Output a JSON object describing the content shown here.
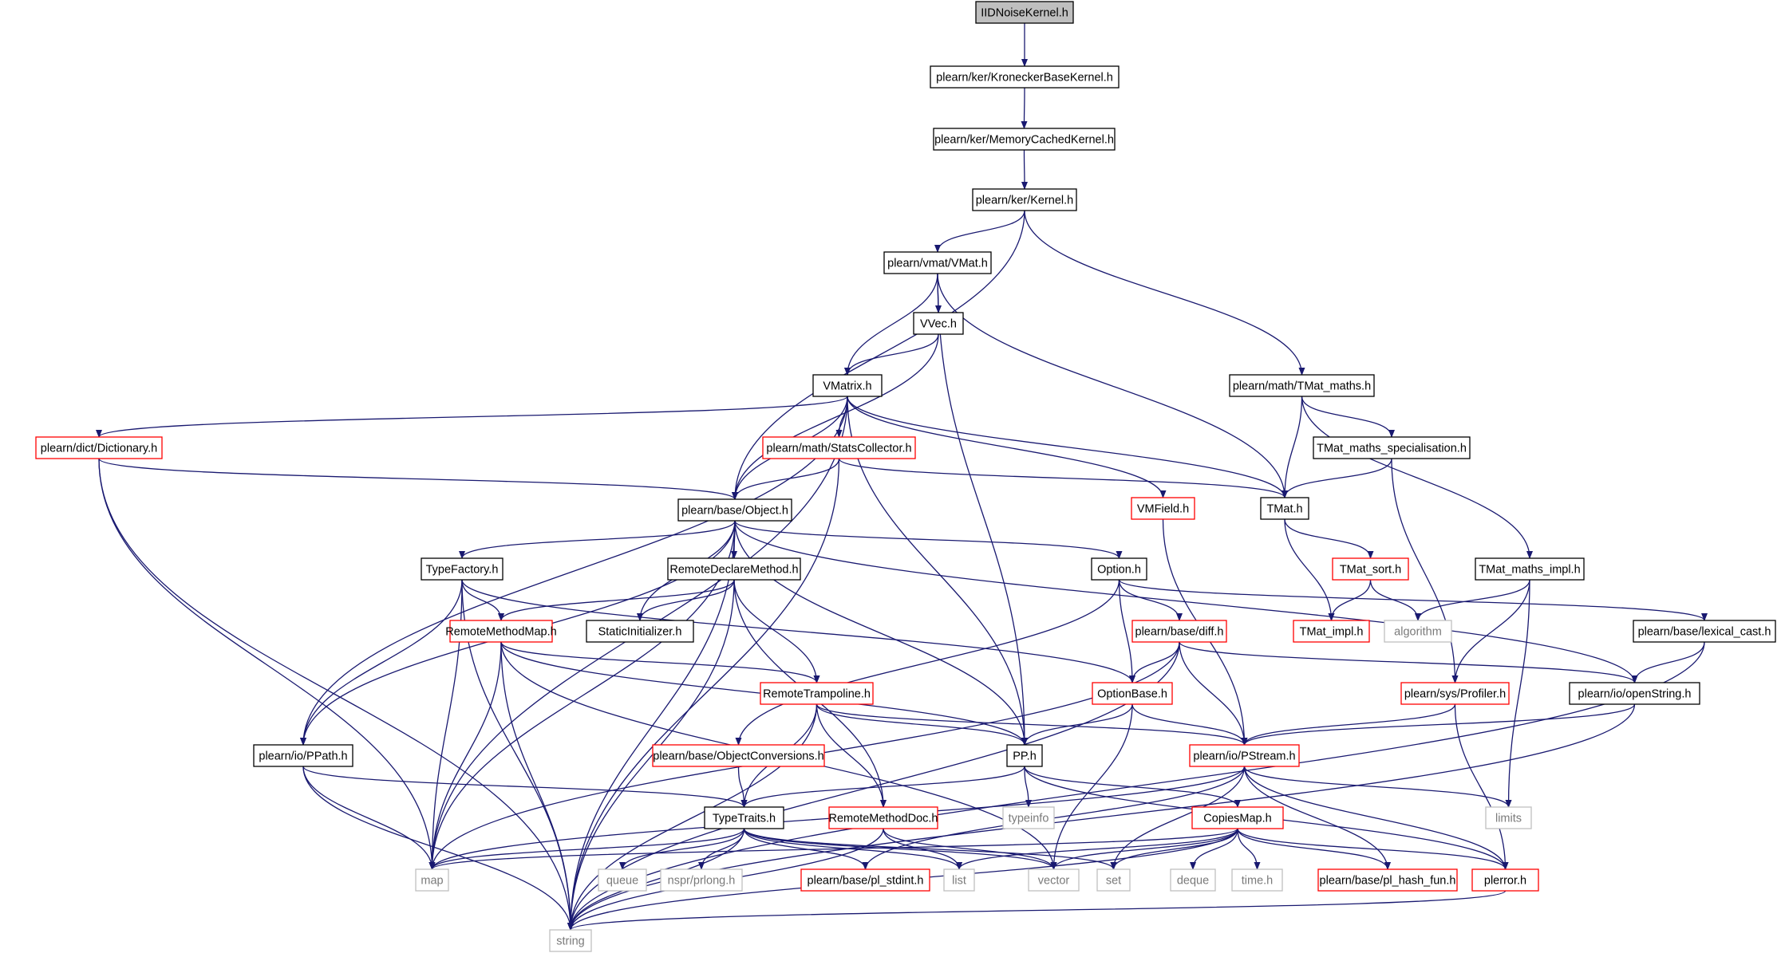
{
  "diagram": {
    "type": "include-dependency-graph",
    "colors": {
      "edge": "#191970",
      "root_fill": "#bfbfbf",
      "black_border": "#000000",
      "red_border": "#ff0000",
      "gray_border": "#bfbfbf",
      "text": "#000000",
      "gray_text": "#7a7a7a"
    },
    "nodes": [
      {
        "id": "IIDNoiseKernel",
        "label": "IIDNoiseKernel.h",
        "style": "root"
      },
      {
        "id": "KroneckerBaseKernel",
        "label": "plearn/ker/KroneckerBaseKernel.h",
        "style": "black"
      },
      {
        "id": "MemoryCachedKernel",
        "label": "plearn/ker/MemoryCachedKernel.h",
        "style": "black"
      },
      {
        "id": "Kernel",
        "label": "plearn/ker/Kernel.h",
        "style": "black"
      },
      {
        "id": "VMat",
        "label": "plearn/vmat/VMat.h",
        "style": "black"
      },
      {
        "id": "VVec",
        "label": "VVec.h",
        "style": "black"
      },
      {
        "id": "VMatrix",
        "label": "VMatrix.h",
        "style": "black"
      },
      {
        "id": "TMat_maths",
        "label": "plearn/math/TMat_maths.h",
        "style": "black"
      },
      {
        "id": "TMat_maths_spec",
        "label": "TMat_maths_specialisation.h",
        "style": "black"
      },
      {
        "id": "Dictionary",
        "label": "plearn/dict/Dictionary.h",
        "style": "red"
      },
      {
        "id": "StatsCollector",
        "label": "plearn/math/StatsCollector.h",
        "style": "red"
      },
      {
        "id": "Object",
        "label": "plearn/base/Object.h",
        "style": "black"
      },
      {
        "id": "VMField",
        "label": "VMField.h",
        "style": "red"
      },
      {
        "id": "TMat",
        "label": "TMat.h",
        "style": "black"
      },
      {
        "id": "TypeFactory",
        "label": "TypeFactory.h",
        "style": "black"
      },
      {
        "id": "RemoteDeclareMethod",
        "label": "RemoteDeclareMethod.h",
        "style": "black"
      },
      {
        "id": "Option",
        "label": "Option.h",
        "style": "black"
      },
      {
        "id": "TMat_sort",
        "label": "TMat_sort.h",
        "style": "red"
      },
      {
        "id": "TMat_maths_impl",
        "label": "TMat_maths_impl.h",
        "style": "black"
      },
      {
        "id": "RemoteMethodMap",
        "label": "RemoteMethodMap.h",
        "style": "red"
      },
      {
        "id": "StaticInitializer",
        "label": "StaticInitializer.h",
        "style": "black"
      },
      {
        "id": "diff",
        "label": "plearn/base/diff.h",
        "style": "red"
      },
      {
        "id": "TMat_impl",
        "label": "TMat_impl.h",
        "style": "red"
      },
      {
        "id": "algorithm",
        "label": "algorithm",
        "style": "gray"
      },
      {
        "id": "lexical_cast",
        "label": "plearn/base/lexical_cast.h",
        "style": "black"
      },
      {
        "id": "RemoteTrampoline",
        "label": "RemoteTrampoline.h",
        "style": "red"
      },
      {
        "id": "OptionBase",
        "label": "OptionBase.h",
        "style": "red"
      },
      {
        "id": "Profiler",
        "label": "plearn/sys/Profiler.h",
        "style": "red"
      },
      {
        "id": "openString",
        "label": "plearn/io/openString.h",
        "style": "black"
      },
      {
        "id": "PPath",
        "label": "plearn/io/PPath.h",
        "style": "black"
      },
      {
        "id": "ObjectConversions",
        "label": "plearn/base/ObjectConversions.h",
        "style": "red"
      },
      {
        "id": "PP",
        "label": "PP.h",
        "style": "black"
      },
      {
        "id": "PStream",
        "label": "plearn/io/PStream.h",
        "style": "red"
      },
      {
        "id": "typeinfo",
        "label": "typeinfo",
        "style": "gray"
      },
      {
        "id": "limits",
        "label": "limits",
        "style": "gray"
      },
      {
        "id": "TypeTraits",
        "label": "TypeTraits.h",
        "style": "black"
      },
      {
        "id": "RemoteMethodDoc",
        "label": "RemoteMethodDoc.h",
        "style": "red"
      },
      {
        "id": "CopiesMap",
        "label": "CopiesMap.h",
        "style": "red"
      },
      {
        "id": "map",
        "label": "map",
        "style": "gray"
      },
      {
        "id": "queue",
        "label": "queue",
        "style": "gray"
      },
      {
        "id": "prlong",
        "label": "nspr/prlong.h",
        "style": "gray"
      },
      {
        "id": "pl_stdint",
        "label": "plearn/base/pl_stdint.h",
        "style": "red"
      },
      {
        "id": "list",
        "label": "list",
        "style": "gray"
      },
      {
        "id": "vector",
        "label": "vector",
        "style": "gray"
      },
      {
        "id": "set",
        "label": "set",
        "style": "gray"
      },
      {
        "id": "deque",
        "label": "deque",
        "style": "gray"
      },
      {
        "id": "time",
        "label": "time.h",
        "style": "gray"
      },
      {
        "id": "pl_hash_fun",
        "label": "plearn/base/pl_hash_fun.h",
        "style": "red"
      },
      {
        "id": "plerror",
        "label": "plerror.h",
        "style": "red"
      },
      {
        "id": "string",
        "label": "string",
        "style": "gray"
      }
    ],
    "edges": [
      [
        "IIDNoiseKernel",
        "KroneckerBaseKernel"
      ],
      [
        "KroneckerBaseKernel",
        "MemoryCachedKernel"
      ],
      [
        "MemoryCachedKernel",
        "Kernel"
      ],
      [
        "Kernel",
        "VMat"
      ],
      [
        "Kernel",
        "Object"
      ],
      [
        "Kernel",
        "TMat_maths"
      ],
      [
        "VMat",
        "VVec"
      ],
      [
        "VMat",
        "VMatrix"
      ],
      [
        "VMat",
        "PP"
      ],
      [
        "VMat",
        "TMat"
      ],
      [
        "VVec",
        "VMatrix"
      ],
      [
        "VVec",
        "Object"
      ],
      [
        "VMatrix",
        "Dictionary"
      ],
      [
        "VMatrix",
        "StatsCollector"
      ],
      [
        "VMatrix",
        "Object"
      ],
      [
        "VMatrix",
        "VMField"
      ],
      [
        "VMatrix",
        "TMat"
      ],
      [
        "VMatrix",
        "PPath"
      ],
      [
        "VMatrix",
        "PP"
      ],
      [
        "VMatrix",
        "map"
      ],
      [
        "TMat_maths",
        "TMat_maths_spec"
      ],
      [
        "TMat_maths",
        "TMat"
      ],
      [
        "TMat_maths",
        "TMat_maths_impl"
      ],
      [
        "TMat_maths_spec",
        "TMat"
      ],
      [
        "TMat_maths_spec",
        "Profiler"
      ],
      [
        "Dictionary",
        "Object"
      ],
      [
        "Dictionary",
        "map"
      ],
      [
        "Dictionary",
        "string"
      ],
      [
        "StatsCollector",
        "Object"
      ],
      [
        "StatsCollector",
        "TMat"
      ],
      [
        "StatsCollector",
        "string"
      ],
      [
        "Object",
        "TypeFactory"
      ],
      [
        "Object",
        "RemoteDeclareMethod"
      ],
      [
        "Object",
        "StaticInitializer"
      ],
      [
        "Object",
        "Option"
      ],
      [
        "Object",
        "PP"
      ],
      [
        "Object",
        "PPath"
      ],
      [
        "Object",
        "openString"
      ],
      [
        "Object",
        "map"
      ],
      [
        "Object",
        "string"
      ],
      [
        "VMField",
        "PStream"
      ],
      [
        "TMat",
        "TMat_sort"
      ],
      [
        "TMat",
        "TMat_impl"
      ],
      [
        "TypeFactory",
        "RemoteMethodMap"
      ],
      [
        "TypeFactory",
        "PPath"
      ],
      [
        "TypeFactory",
        "OptionBase"
      ],
      [
        "TypeFactory",
        "map"
      ],
      [
        "TypeFactory",
        "string"
      ],
      [
        "RemoteDeclareMethod",
        "RemoteMethodMap"
      ],
      [
        "RemoteDeclareMethod",
        "StaticInitializer"
      ],
      [
        "RemoteDeclareMethod",
        "RemoteTrampoline"
      ],
      [
        "RemoteDeclareMethod",
        "RemoteMethodDoc"
      ],
      [
        "RemoteDeclareMethod",
        "string"
      ],
      [
        "Option",
        "diff"
      ],
      [
        "Option",
        "OptionBase"
      ],
      [
        "Option",
        "lexical_cast"
      ],
      [
        "Option",
        "ObjectConversions"
      ],
      [
        "TMat_sort",
        "TMat_impl"
      ],
      [
        "TMat_sort",
        "algorithm"
      ],
      [
        "TMat_maths_impl",
        "algorithm"
      ],
      [
        "TMat_maths_impl",
        "Profiler"
      ],
      [
        "TMat_maths_impl",
        "limits"
      ],
      [
        "RemoteMethodMap",
        "RemoteTrampoline"
      ],
      [
        "RemoteMethodMap",
        "PP"
      ],
      [
        "RemoteMethodMap",
        "map"
      ],
      [
        "RemoteMethodMap",
        "string"
      ],
      [
        "RemoteMethodMap",
        "vector"
      ],
      [
        "diff",
        "OptionBase"
      ],
      [
        "diff",
        "PStream"
      ],
      [
        "diff",
        "openString"
      ],
      [
        "diff",
        "map"
      ],
      [
        "diff",
        "string"
      ],
      [
        "lexical_cast",
        "openString"
      ],
      [
        "lexical_cast",
        "string"
      ],
      [
        "RemoteTrampoline",
        "PP"
      ],
      [
        "RemoteTrampoline",
        "PStream"
      ],
      [
        "RemoteTrampoline",
        "TypeTraits"
      ],
      [
        "RemoteTrampoline",
        "RemoteMethodDoc"
      ],
      [
        "RemoteTrampoline",
        "string"
      ],
      [
        "OptionBase",
        "PP"
      ],
      [
        "OptionBase",
        "PStream"
      ],
      [
        "OptionBase",
        "vector"
      ],
      [
        "Profiler",
        "PStream"
      ],
      [
        "Profiler",
        "plerror"
      ],
      [
        "openString",
        "PStream"
      ],
      [
        "openString",
        "string"
      ],
      [
        "PPath",
        "TypeTraits"
      ],
      [
        "PPath",
        "map"
      ],
      [
        "PPath",
        "string"
      ],
      [
        "ObjectConversions",
        "TypeTraits"
      ],
      [
        "PP",
        "TypeTraits"
      ],
      [
        "PP",
        "typeinfo"
      ],
      [
        "PP",
        "CopiesMap"
      ],
      [
        "PP",
        "plerror"
      ],
      [
        "PStream",
        "map"
      ],
      [
        "PStream",
        "limits"
      ],
      [
        "PStream",
        "pl_stdint"
      ],
      [
        "PStream",
        "set"
      ],
      [
        "PStream",
        "pl_hash_fun"
      ],
      [
        "PStream",
        "plerror"
      ],
      [
        "TypeTraits",
        "map"
      ],
      [
        "TypeTraits",
        "queue"
      ],
      [
        "TypeTraits",
        "prlong"
      ],
      [
        "TypeTraits",
        "pl_stdint"
      ],
      [
        "TypeTraits",
        "list"
      ],
      [
        "TypeTraits",
        "vector"
      ],
      [
        "TypeTraits",
        "set"
      ],
      [
        "TypeTraits",
        "string"
      ],
      [
        "RemoteMethodDoc",
        "list"
      ],
      [
        "RemoteMethodDoc",
        "vector"
      ],
      [
        "RemoteMethodDoc",
        "string"
      ],
      [
        "CopiesMap",
        "map"
      ],
      [
        "CopiesMap",
        "list"
      ],
      [
        "CopiesMap",
        "vector"
      ],
      [
        "CopiesMap",
        "set"
      ],
      [
        "CopiesMap",
        "deque"
      ],
      [
        "CopiesMap",
        "time"
      ],
      [
        "CopiesMap",
        "pl_hash_fun"
      ],
      [
        "CopiesMap",
        "plerror"
      ],
      [
        "CopiesMap",
        "string"
      ],
      [
        "plerror",
        "string"
      ]
    ]
  }
}
